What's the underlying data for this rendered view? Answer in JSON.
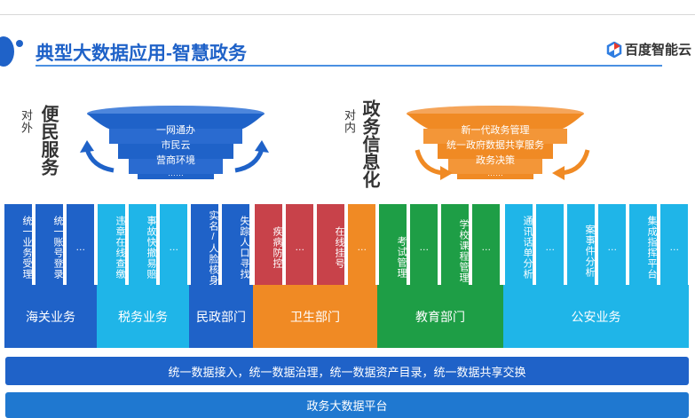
{
  "header": {
    "title": "典型大数据应用-智慧政务",
    "logo_text": "百度智能云"
  },
  "left_group": {
    "side_small": "对外",
    "side_big": "便民服务",
    "tiers": [
      "一网通办",
      "市民云",
      "营商环境",
      "……"
    ]
  },
  "right_group": {
    "side_small": "对内",
    "side_big": "政务信息化",
    "tiers": [
      "新一代政务管理",
      "统一政府数据共享服务",
      "政务决策",
      "……"
    ]
  },
  "strips": [
    {
      "label": "统一业务受理"
    },
    {
      "label": "统一账号登录"
    },
    {
      "label": "…"
    },
    {
      "label": "违章在线查缴"
    },
    {
      "label": "事故快撤易赔"
    },
    {
      "label": "…"
    },
    {
      "label": "实名/人脸核身"
    },
    {
      "label": "失踪人口寻找"
    },
    {
      "label": "疾病防控"
    },
    {
      "label": "…"
    },
    {
      "label": "在线挂号"
    },
    {
      "label": "…"
    },
    {
      "label": "考试管理"
    },
    {
      "label": "…"
    },
    {
      "label": "学校课程管理"
    },
    {
      "label": "…"
    },
    {
      "label": "通讯话单分析"
    },
    {
      "label": "…"
    },
    {
      "label": "案事件分析"
    },
    {
      "label": "…"
    },
    {
      "label": "集成指挥平台"
    },
    {
      "label": "…"
    }
  ],
  "departments": [
    "海关业务",
    "税务业务",
    "民政部门",
    "卫生部门",
    "教育部门",
    "公安业务"
  ],
  "bars": {
    "data_layer": "统一数据接入，统一数据治理，统一数据资产目录，统一数据共享交换",
    "platform": "政务大数据平台"
  },
  "colors": {
    "blue": "#1f62c8",
    "orange": "#f08a24",
    "cyan": "#1fb5e8",
    "red": "#c8424a",
    "green": "#1e9e46"
  }
}
